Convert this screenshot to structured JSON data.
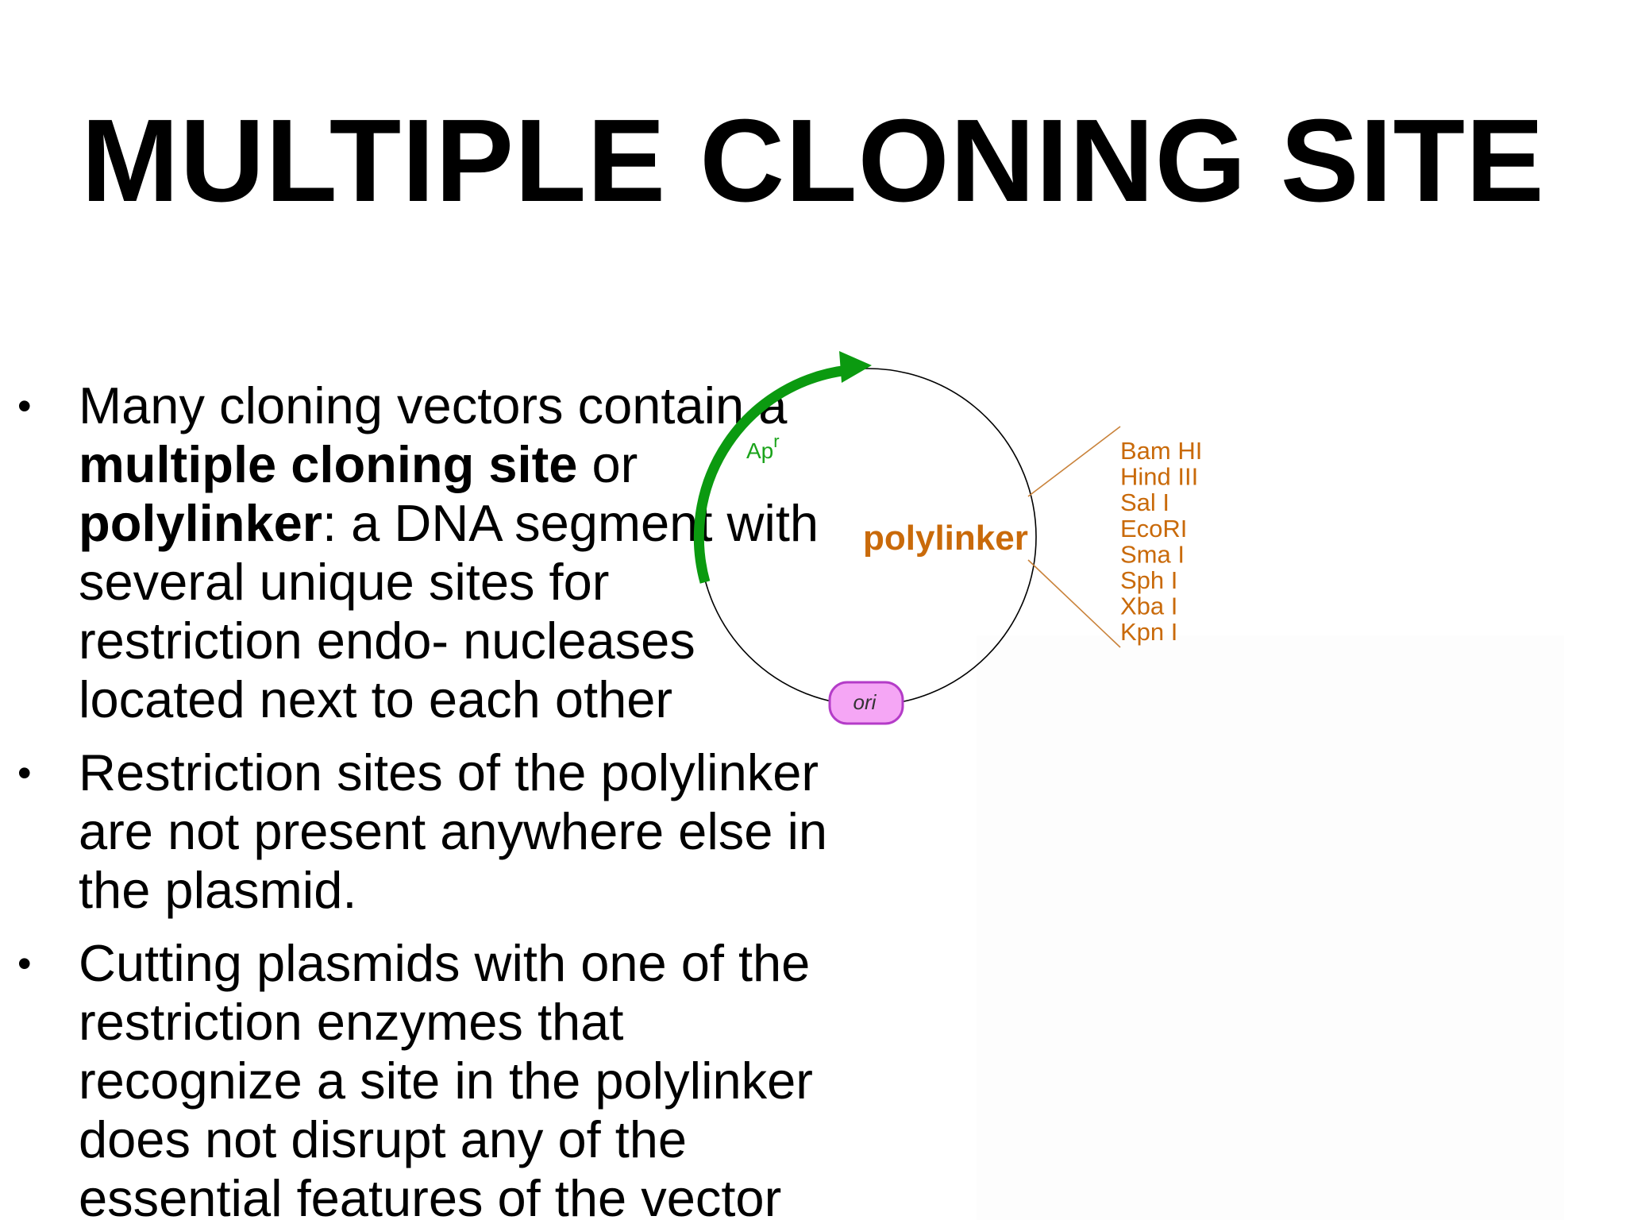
{
  "title": "MULTIPLE CLONING SITE",
  "bullets": [
    {
      "lines": [
        [
          {
            "text": "Many cloning vectors contain a",
            "bold": false
          }
        ],
        [
          {
            "text": "multiple cloning site",
            "bold": true
          },
          {
            "text": " or",
            "bold": false
          }
        ],
        [
          {
            "text": "polylinker",
            "bold": true
          },
          {
            "text": ": a DNA segment with",
            "bold": false
          }
        ],
        [
          {
            "text": "several unique sites for",
            "bold": false
          }
        ],
        [
          {
            "text": "restriction endo- nucleases",
            "bold": false
          }
        ],
        [
          {
            "text": "located next to each other",
            "bold": false
          }
        ]
      ]
    },
    {
      "lines": [
        [
          {
            "text": "Restriction sites of the polylinker",
            "bold": false
          }
        ],
        [
          {
            "text": "are not present anywhere else in",
            "bold": false
          }
        ],
        [
          {
            "text": "the plasmid.",
            "bold": false
          }
        ]
      ]
    },
    {
      "lines": [
        [
          {
            "text": "Cutting plasmids with one of the",
            "bold": false
          }
        ],
        [
          {
            "text": "restriction enzymes that",
            "bold": false
          }
        ],
        [
          {
            "text": "recognize a site in the polylinker",
            "bold": false
          }
        ],
        [
          {
            "text": "does not disrupt any of the",
            "bold": false
          }
        ],
        [
          {
            "text": "essential features of the vector",
            "bold": false
          }
        ]
      ]
    }
  ],
  "bullet_symbol": "•",
  "diagram": {
    "marker_label": "Ap",
    "marker_superscript": "r",
    "polylinker_label": "polylinker",
    "ori_label": "ori",
    "restriction_sites": [
      "Bam HI",
      "Hind III",
      "Sal I",
      "EcoRI",
      "Sma I",
      "Sph I",
      "Xba I",
      "Kpn I"
    ],
    "colors": {
      "marker_arrow": "#0b9a10",
      "marker_text": "#1aa31a",
      "polylinker_text": "#c96a0a",
      "site_text": "#c96a0a",
      "site_lines": "#c9823a",
      "ori_fill": "#f5a6f5",
      "ori_border": "#b43cc8",
      "circle": "#000000"
    }
  }
}
